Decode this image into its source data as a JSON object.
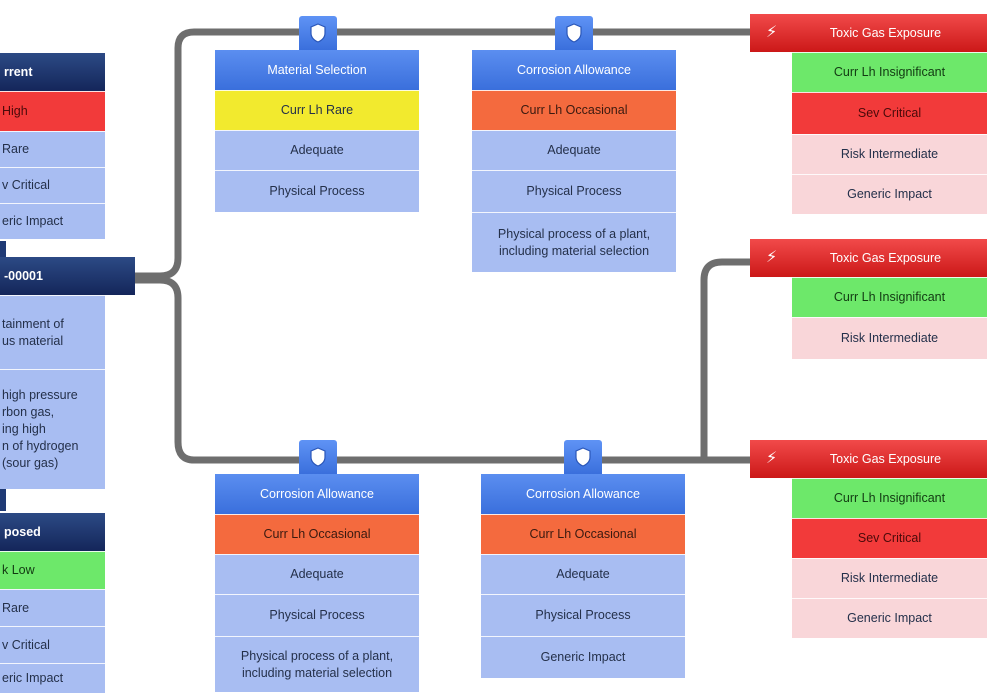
{
  "colors": {
    "connector": "#6e6e6e",
    "header_blue": "#4a7ee6",
    "header_navy": "#1f3a75",
    "header_red": "#e02a2a",
    "body_blue": "#a8bdf2",
    "likelihood_rare": "#f2ea2e",
    "likelihood_occasional": "#f46a3e",
    "severity_critical": "#f23a3a",
    "likelihood_insignificant": "#6de86a",
    "consequence_body": "#f9d6d9"
  },
  "icons": {
    "barrier": "shield-icon",
    "consequence": "lightning-bolt-icon"
  },
  "left_column": {
    "current_card": {
      "header": "rrent",
      "risk": "High",
      "likelihood": "Rare",
      "severity": "v Critical",
      "impact": "eric Impact"
    },
    "hazard_card": {
      "header": "-00001",
      "top_event": "tainment of\nus material",
      "description": "high pressure\nrbon gas,\ning high\nn of hydrogen\n(sour gas)"
    },
    "proposed_card": {
      "header": "posed",
      "risk": "k Low",
      "likelihood": "Rare",
      "severity": "v Critical",
      "impact": "eric Impact"
    }
  },
  "barriers": {
    "top_1": {
      "title": "Material Selection",
      "likelihood": "Curr Lh Rare",
      "effectiveness": "Adequate",
      "type": "Physical Process"
    },
    "top_2": {
      "title": "Corrosion Allowance",
      "likelihood": "Curr Lh Occasional",
      "effectiveness": "Adequate",
      "type": "Physical Process",
      "description": "Physical process of a plant,\nincluding material selection"
    },
    "bottom_1": {
      "title": "Corrosion Allowance",
      "likelihood": "Curr Lh Occasional",
      "effectiveness": "Adequate",
      "type": "Physical Process",
      "description": "Physical process of a plant,\nincluding material selection"
    },
    "bottom_2": {
      "title": "Corrosion Allowance",
      "likelihood": "Curr Lh Occasional",
      "effectiveness": "Adequate",
      "type": "Physical Process",
      "impact": "Generic Impact"
    }
  },
  "consequences": {
    "c1": {
      "title": "Toxic Gas Exposure",
      "likelihood": "Curr Lh Insignificant",
      "severity": "Sev Critical",
      "risk": "Risk Intermediate",
      "impact": "Generic Impact"
    },
    "c2": {
      "title": "Toxic Gas Exposure",
      "likelihood": "Curr Lh Insignificant",
      "risk": "Risk Intermediate"
    },
    "c3": {
      "title": "Toxic Gas Exposure",
      "likelihood": "Curr Lh Insignificant",
      "severity": "Sev Critical",
      "risk": "Risk Intermediate",
      "impact": "Generic Impact"
    }
  }
}
